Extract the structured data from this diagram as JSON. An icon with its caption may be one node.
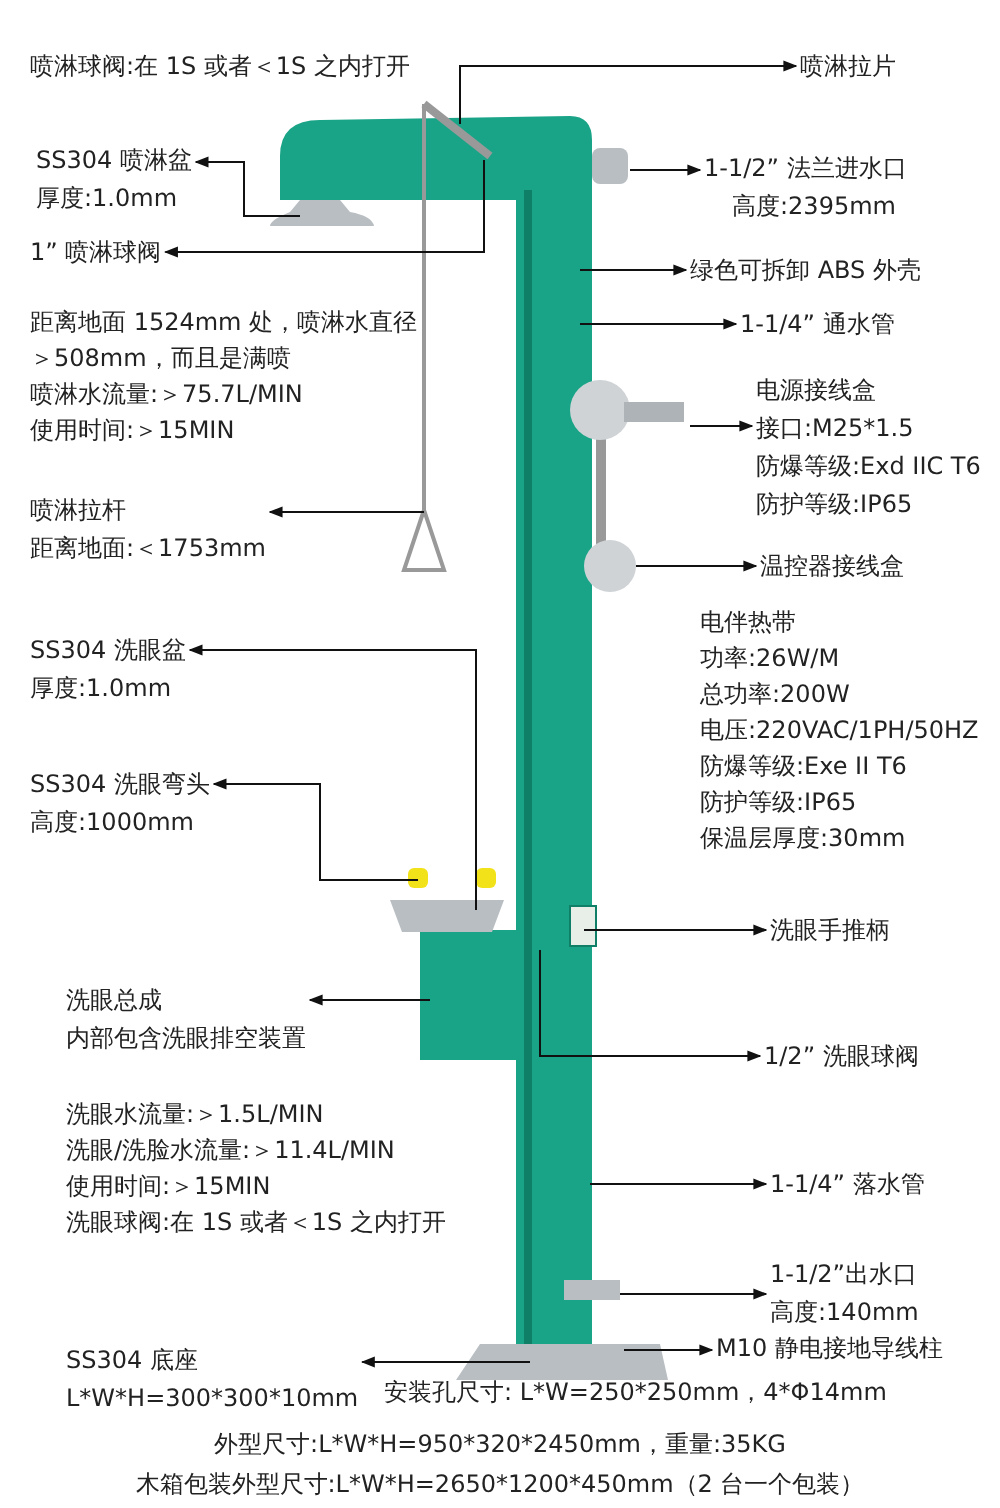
{
  "diagram": {
    "nodes": [
      {
        "text": [
          "喷淋拉片"
        ]
      },
      {
        "text": [
          "SS304 喷淋盆",
          "厚度:1.0mm"
        ]
      },
      {
        "text": [
          "1” 喷淋球阀"
        ]
      },
      {
        "text": [
          "1-1/2” 法兰进水口",
          "高度:2395mm"
        ]
      },
      {
        "text": [
          "绿色可拆卸 ABS 外壳"
        ]
      },
      {
        "text": [
          "1-1/4” 通水管"
        ]
      },
      {
        "text": [
          "电源接线盒",
          "接口:M25*1.5",
          "防爆等级:Exd IIC T6",
          "防护等级:IP65"
        ]
      },
      {
        "text": [
          "喷淋拉杆",
          "距离地面:＜1753mm"
        ]
      },
      {
        "text": [
          "温控器接线盒"
        ]
      },
      {
        "text": [
          "SS304 洗眼盆",
          "厚度:1.0mm"
        ]
      },
      {
        "text": [
          "SS304 洗眼弯头",
          "高度:1000mm"
        ]
      },
      {
        "text": [
          "洗眼手推柄"
        ]
      },
      {
        "text": [
          "洗眼总成",
          "内部包含洗眼排空装置"
        ]
      },
      {
        "text": [
          "1/2” 洗眼球阀"
        ]
      },
      {
        "text": [
          "1-1/4” 落水管"
        ]
      },
      {
        "text": [
          "1-1/2”出水口",
          "高度:140mm"
        ]
      },
      {
        "text": [
          "M10 静电接地导线柱"
        ]
      },
      {
        "text": [
          "SS304 底座",
          "L*W*H=300*300*10mm"
        ]
      }
    ],
    "edges": [
      {
        "from": null,
        "to": 0,
        "arrow": "to"
      },
      {
        "from": null,
        "to": 1,
        "arrow": "to"
      },
      {
        "from": null,
        "to": 2,
        "arrow": "to"
      },
      {
        "from": null,
        "to": 3,
        "arrow": "to"
      },
      {
        "from": null,
        "to": 4,
        "arrow": "to"
      },
      {
        "from": null,
        "to": 5,
        "arrow": "to"
      },
      {
        "from": null,
        "to": 6,
        "arrow": "to"
      },
      {
        "from": null,
        "to": 7,
        "arrow": "to"
      },
      {
        "from": null,
        "to": 8,
        "arrow": "to"
      },
      {
        "from": null,
        "to": 9,
        "arrow": "to"
      },
      {
        "from": null,
        "to": 10,
        "arrow": "to"
      },
      {
        "from": null,
        "to": 11,
        "arrow": "to"
      },
      {
        "from": null,
        "to": 12,
        "arrow": "to"
      },
      {
        "from": null,
        "to": 13,
        "arrow": "to"
      },
      {
        "from": null,
        "to": 14,
        "arrow": "to"
      },
      {
        "from": null,
        "to": 15,
        "arrow": "to"
      },
      {
        "from": null,
        "to": 16,
        "arrow": "to"
      },
      {
        "from": null,
        "to": 17,
        "arrow": "to"
      }
    ],
    "labels": [
      "喷淋球阀:在 1S 或者＜1S 之内打开",
      "距离地面 1524mm 处，喷淋水直径＞508mm，而且是满喷",
      "喷淋水流量:＞75.7L/MIN",
      "使用时间:＞15MIN",
      "电伴热带",
      "功率:26W/M",
      "总功率:200W",
      "电压:220VAC/1PH/50HZ",
      "防爆等级:Exe II T6",
      "防护等级:IP65",
      "保温层厚度:30mm",
      "洗眼水流量:＞1.5L/MIN",
      "洗眼/洗脸水流量:＞11.4L/MIN",
      "使用时间:＞15MIN",
      "洗眼球阀:在 1S 或者＜1S 之内打开",
      "安装孔尺寸: L*W=250*250mm，4*Φ14mm",
      "外型尺寸:L*W*H=950*320*2450mm，重量:35KG",
      "木箱包装外型尺寸:L*W*H=2650*1200*450mm（2 台一个包装）"
    ]
  }
}
